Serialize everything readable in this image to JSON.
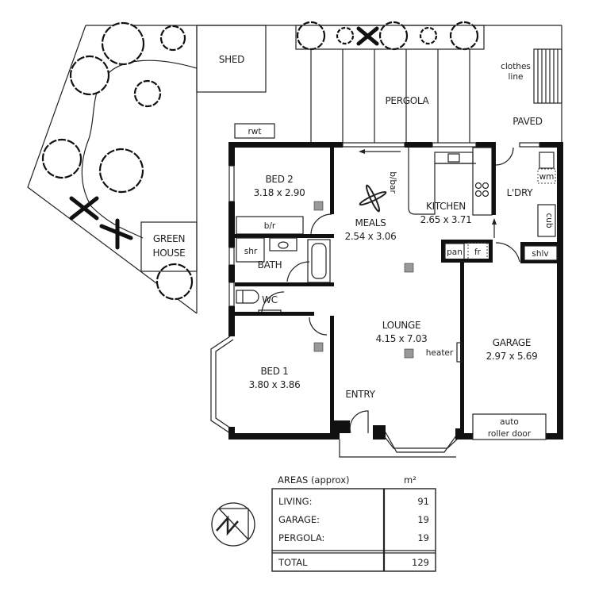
{
  "rooms": {
    "bed2": {
      "name": "BED 2",
      "size": "3.18 x 2.90"
    },
    "meals": {
      "name": "MEALS",
      "size": "2.54 x 3.06"
    },
    "kitchen": {
      "name": "KITCHEN",
      "size": "2.65 x 3.71"
    },
    "laundry": {
      "name": "L'DRY"
    },
    "bath": {
      "name": "BATH"
    },
    "wc": {
      "name": "WC"
    },
    "lounge": {
      "name": "LOUNGE",
      "size": "4.15 x 7.03"
    },
    "garage": {
      "name": "GARAGE",
      "size": "2.97 x 5.69"
    },
    "bed1": {
      "name": "BED 1",
      "size": "3.80 x 3.86"
    },
    "entry": {
      "name": "ENTRY"
    }
  },
  "fixtures": {
    "shed": "SHED",
    "pergola": "PERGOLA",
    "paved": "PAVED",
    "clothes_line_1": "clothes",
    "clothes_line_2": "line",
    "rwt": "rwt",
    "green_house_1": "GREEN",
    "green_house_2": "HOUSE",
    "bir": "b/r",
    "shr": "shr",
    "bbar": "b/bar",
    "pan": "pan",
    "fr": "fr",
    "wm": "wm",
    "cub": "cub",
    "shlv": "shlv",
    "heater": "heater",
    "roller_1": "auto",
    "roller_2": "roller door"
  },
  "areas_table": {
    "title": "AREAS (approx)",
    "unit": "m²",
    "rows": [
      {
        "label": "LIVING:",
        "value": "91"
      },
      {
        "label": "GARAGE:",
        "value": "19"
      },
      {
        "label": "PERGOLA:",
        "value": "19"
      }
    ],
    "total": {
      "label": "TOTAL",
      "value": "129"
    }
  },
  "compass": {
    "direction": "N",
    "icon": "north-arrow-icon"
  }
}
